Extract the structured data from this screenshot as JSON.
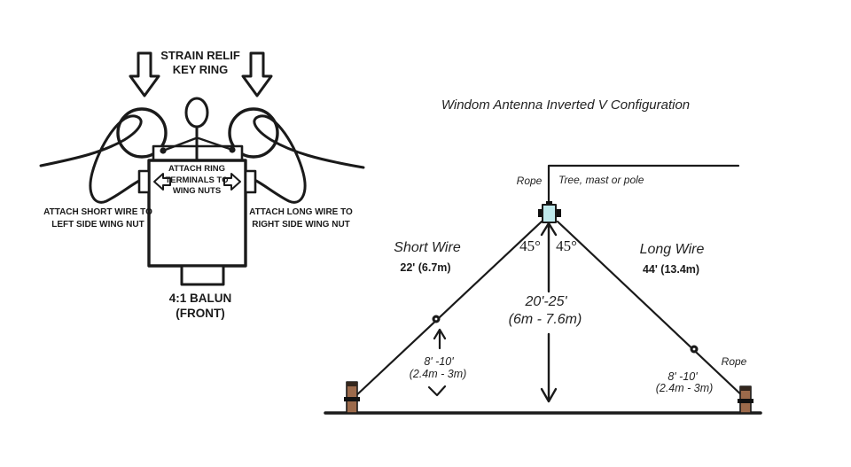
{
  "balun_detail": {
    "strain_relief_label": "STRAIN RELIF KEY RING",
    "attach_ring_label": "ATTACH RING TERMINALS TO WING NUTS",
    "attach_short_label": "ATTACH SHORT WIRE TO LEFT SIDE WING NUT",
    "attach_long_label": "ATTACH LONG WIRE TO RIGHT SIDE WING NUT",
    "balun_label": "4:1 BALUN (FRONT)"
  },
  "antenna_diagram": {
    "title": "Windom Antenna Inverted V Configuration",
    "rope_left": "Rope",
    "support_label": "Tree, mast or pole",
    "angle_left": "45°",
    "angle_right": "45°",
    "short_wire": {
      "label": "Short Wire",
      "length": "22' (6.7m)"
    },
    "long_wire": {
      "label": "Long Wire",
      "length": "44' (13.4m)"
    },
    "apex_height": {
      "feet": "20'-25'",
      "metric": "(6m - 7.6m)"
    },
    "left_end_height": {
      "feet": "8' -10'",
      "metric": "(2.4m - 3m)"
    },
    "right_end_height": {
      "feet": "8' -10'",
      "metric": "(2.4m - 3m)"
    },
    "rope_right": "Rope"
  },
  "colors": {
    "line": "#1a1a1a",
    "balun_fill": "#bfe9ec",
    "post_fill": "#9c6a4b"
  }
}
